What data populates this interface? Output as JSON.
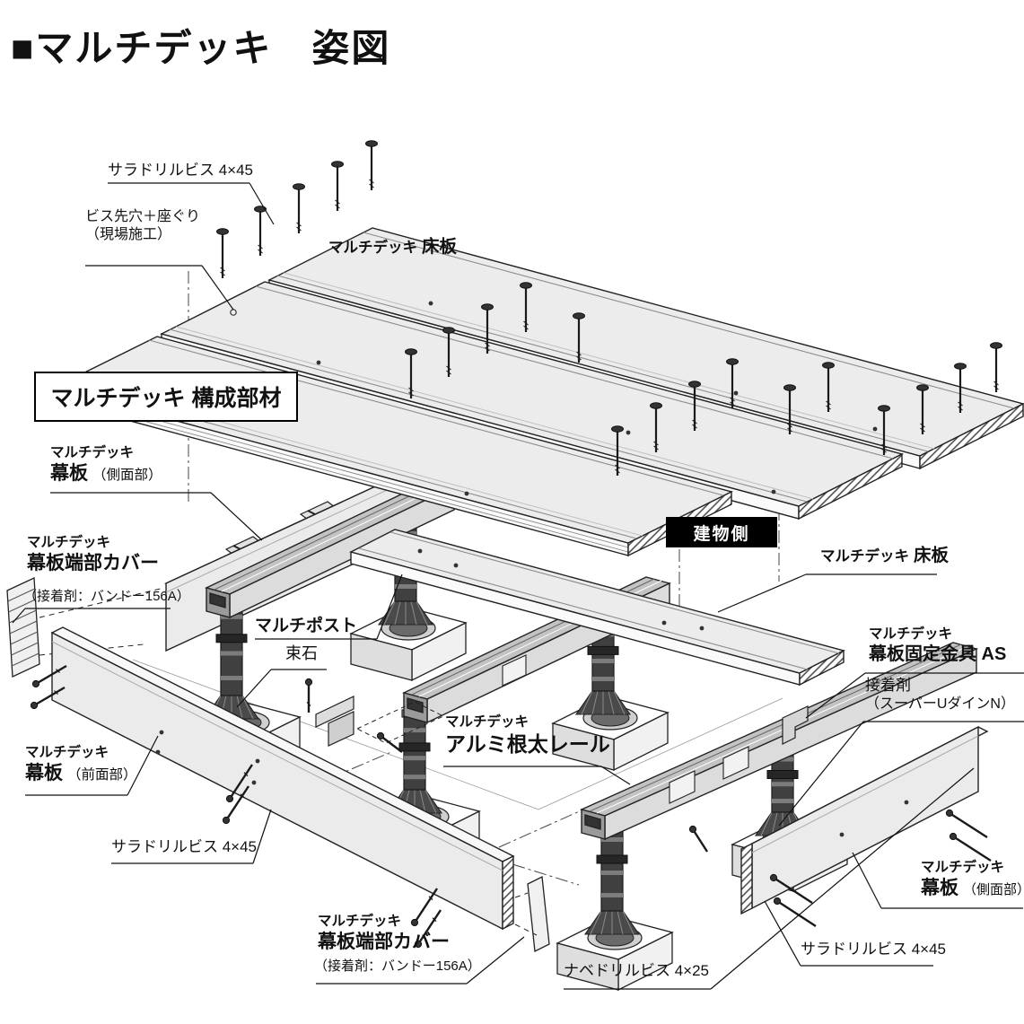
{
  "title": "■マルチデッキ　姿図",
  "boxes": {
    "components": "マルチデッキ 構成部材",
    "building_side": "建物側"
  },
  "labels": {
    "screw_sara_top": "サラドリルビス 4×45",
    "pilot_line1": "ビス先穴＋座ぐり",
    "pilot_line2": "（現場施工）",
    "plank_top_brand": "マルチデッキ",
    "plank_top_name": "床板",
    "fascia_side_left_brand": "マルチデッキ",
    "fascia_side_left_name": "幕板",
    "fascia_side_left_sub": "（側面部）",
    "cover_left_brand": "マルチデッキ",
    "cover_left_name": "幕板端部カバー",
    "cover_left_adhesive": "（接着剤：バンドー156A）",
    "multipost": "マルチポスト",
    "tsukaishi": "束石",
    "plank_right_brand": "マルチデッキ",
    "plank_right_name": "床板",
    "bracket_brand": "マルチデッキ",
    "bracket_name": "幕板固定金具 AS",
    "adhesive_line1": "接着剤",
    "adhesive_line2": "（スーパーUダインN）",
    "rail_brand": "マルチデッキ",
    "rail_name": "アルミ根太レール",
    "fascia_front_brand": "マルチデッキ",
    "fascia_front_name": "幕板",
    "fascia_front_sub": "（前面部）",
    "screw_sara_bottom_left": "サラドリルビス 4×45",
    "cover_bottom_brand": "マルチデッキ",
    "cover_bottom_name": "幕板端部カバー",
    "cover_bottom_adhesive": "（接着剤：バンドー156A）",
    "screw_nabe": "ナベドリルビス 4×25",
    "screw_sara_bottom_right": "サラドリルビス 4×45",
    "fascia_side_right_brand": "マルチデッキ",
    "fascia_side_right_name": "幕板",
    "fascia_side_right_sub": "（側面部）"
  },
  "colors": {
    "line": "#1a1a1a",
    "board_fill": "#ececec",
    "rail_fill": "#c3c3c3",
    "post_fill": "#3c3c3c",
    "background": "#ffffff"
  }
}
